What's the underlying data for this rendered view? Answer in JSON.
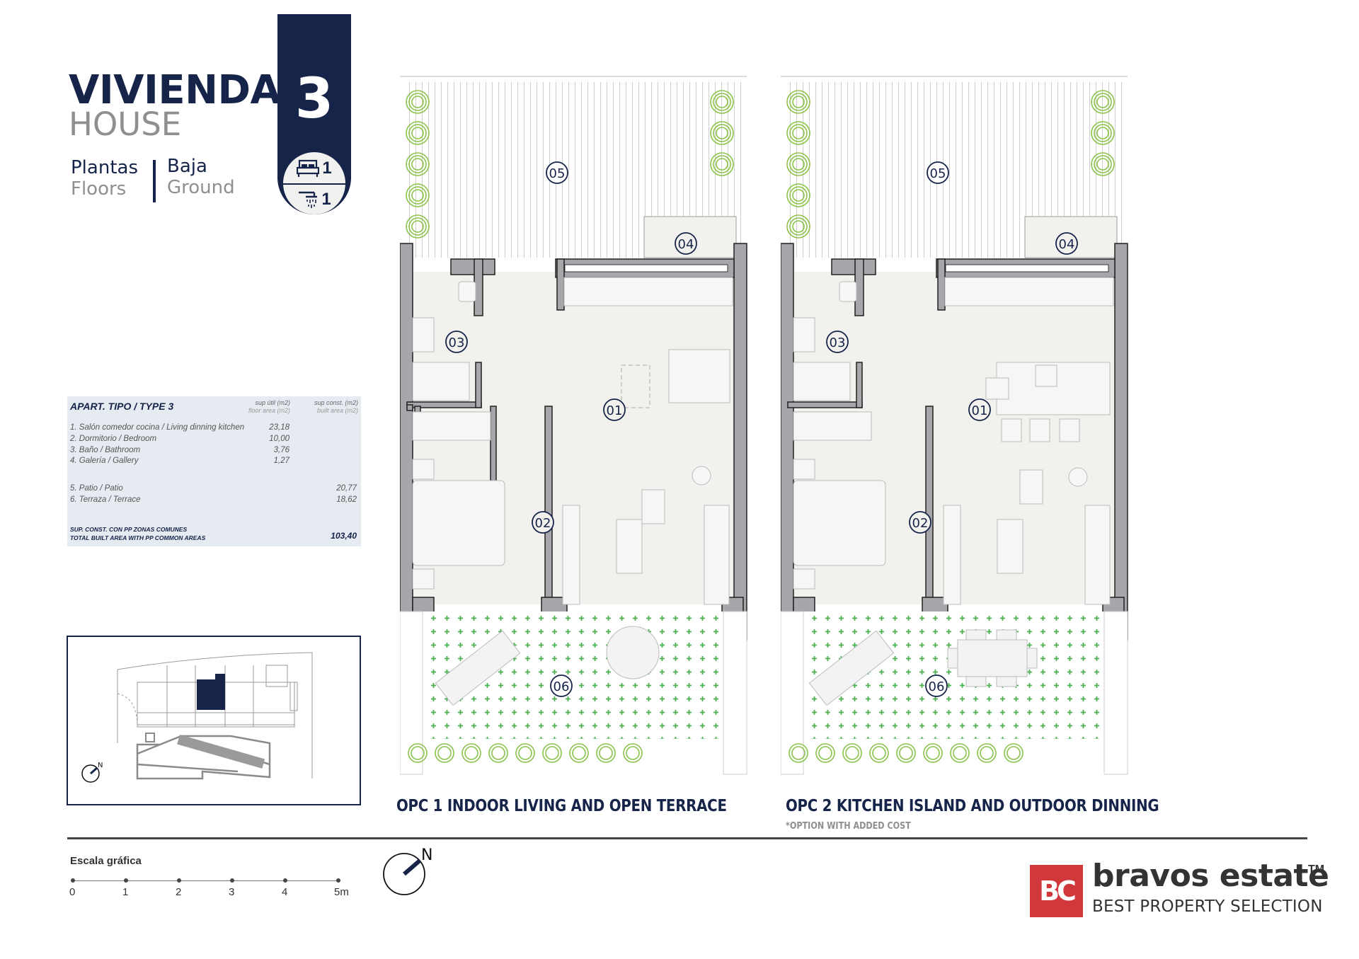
{
  "header": {
    "title_es": "VIVIENDA",
    "title_en": "HOUSE",
    "floors_label_es": "Plantas",
    "floors_label_en": "Floors",
    "floor_value_es": "Baja",
    "floor_value_en": "Ground",
    "unit_number": "3",
    "bedrooms_count": "1",
    "bathrooms_count": "1",
    "bedrooms_icon": "bed-icon",
    "bathrooms_icon": "shower-icon"
  },
  "areas_table": {
    "title": "APART. TIPO / TYPE 3",
    "col_useful_es": "sup útil (m2)",
    "col_useful_en": "floor area (m2)",
    "col_built_es": "sup const. (m2)",
    "col_built_en": "built area (m2)",
    "rows": [
      {
        "label": "1. Salón comedor cocina / Living dinning kitchen",
        "useful": "23,18",
        "built": ""
      },
      {
        "label": "2. Dormitorio / Bedroom",
        "useful": "10,00",
        "built": ""
      },
      {
        "label": "3. Baño / Bathroom",
        "useful": "3,76",
        "built": ""
      },
      {
        "label": "4. Galería / Gallery",
        "useful": "1,27",
        "built": ""
      },
      {
        "label": "5. Patio / Patio",
        "useful": "",
        "built": "20,77"
      },
      {
        "label": "6. Terraza / Terrace",
        "useful": "",
        "built": "18,62"
      }
    ],
    "total_label_es": "SUP. CONST. CON PP ZONAS COMUNES",
    "total_label_en": "TOTAL BUILT AREA WITH PP COMMON AREAS",
    "total_value": "103,40"
  },
  "keyplan": {
    "north_label": "N",
    "highlight_color": "#16244a"
  },
  "plans": [
    {
      "caption": "OPC 1 INDOOR LIVING AND OPEN TERRACE",
      "note": "",
      "room_labels": [
        "01",
        "02",
        "03",
        "04",
        "05",
        "06"
      ]
    },
    {
      "caption": "OPC 2 KITCHEN ISLAND AND OUTDOOR DINNING",
      "note": "*OPTION WITH ADDED COST",
      "room_labels": [
        "01",
        "02",
        "03",
        "04",
        "05",
        "06"
      ]
    }
  ],
  "scale": {
    "title": "Escala gráfica",
    "ticks": [
      "0",
      "1",
      "2",
      "3",
      "4",
      "5m"
    ]
  },
  "compass": {
    "label": "N"
  },
  "brand": {
    "monogram": "BC",
    "name": "bravos estate",
    "tm": "TM",
    "tagline": "BEST PROPERTY SELECTION",
    "color": "#d0383c"
  },
  "colors": {
    "navy": "#16244a",
    "grey_text": "#8f8f8f",
    "wall": "#a6a6ab",
    "floor": "#f3f1ee",
    "grass": "#4caf50",
    "planter": "#8bc34a"
  }
}
